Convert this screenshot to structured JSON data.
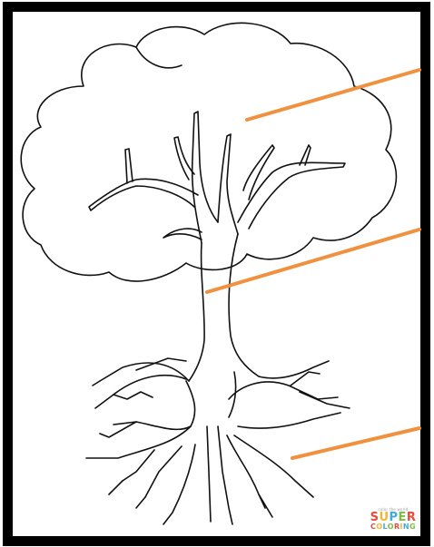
{
  "diagram": {
    "subject": "tree outline with crown, trunk and roots",
    "leader_color": "#f0913f",
    "leaders": [
      {
        "id": "crown",
        "label": ""
      },
      {
        "id": "trunk",
        "label": ""
      },
      {
        "id": "roots",
        "label": ""
      }
    ]
  },
  "watermark": {
    "line1": "color the world",
    "line2": "SUPER",
    "line3": "COLORING",
    "colors": [
      "#e64b3c",
      "#f2b632",
      "#3fa9e0",
      "#7dbb42"
    ]
  }
}
